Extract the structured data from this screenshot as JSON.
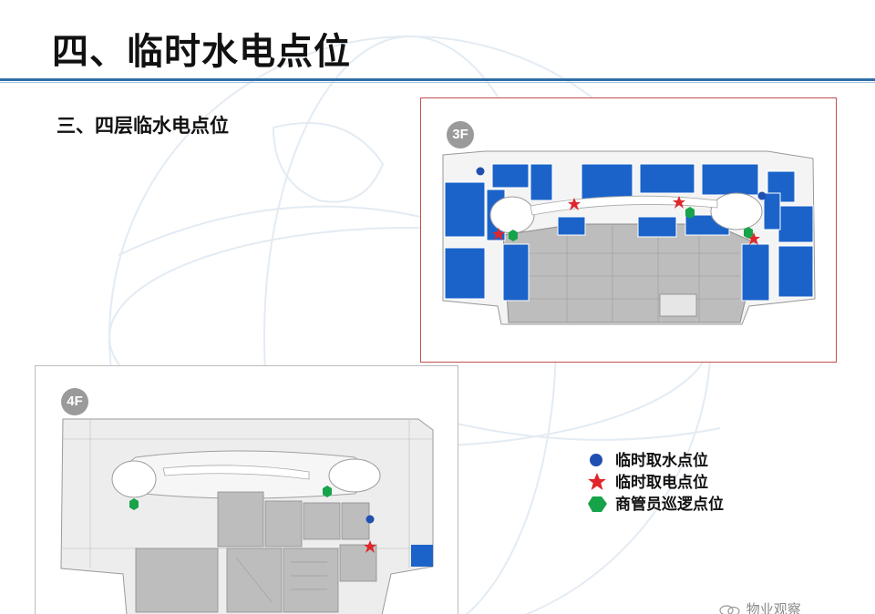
{
  "slide": {
    "title": "四、临时水电点位",
    "subtitle": "三、四层临水电点位",
    "accent_color": "#2f6ea6"
  },
  "plans": {
    "floor_3": {
      "badge": "3F",
      "frame_color": "#c0504d"
    },
    "floor_4": {
      "badge": "4F",
      "frame_color": "#bbbbbb"
    }
  },
  "legend": {
    "items": [
      {
        "label": "临时取水点位",
        "icon": "blue-circle-icon",
        "color": "#1f4fb0"
      },
      {
        "label": "临时取电点位",
        "icon": "red-star-icon",
        "color": "#e0252b"
      },
      {
        "label": "商管员巡逻点位",
        "icon": "green-hexagon-icon",
        "color": "#17a34a"
      }
    ]
  },
  "watermark": {
    "text": "物业观察"
  },
  "colors": {
    "shop_blue": "#1b63c9",
    "common_gray": "#d8d8d8",
    "water": "#1f4fb0",
    "power": "#e0252b",
    "patrol": "#17a34a"
  }
}
